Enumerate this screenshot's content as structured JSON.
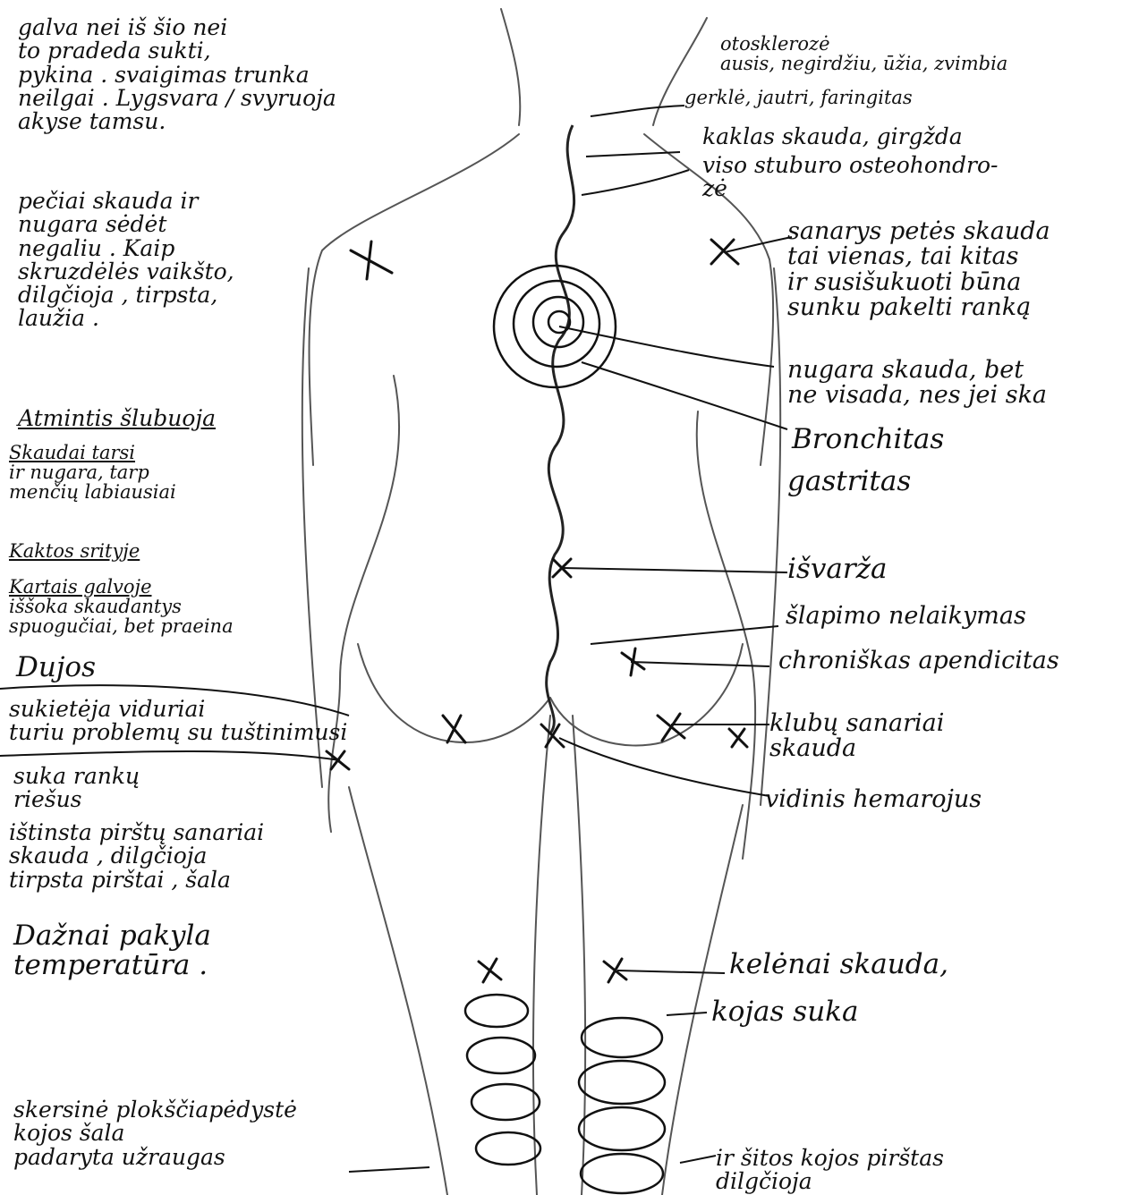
{
  "left_notes": [
    {
      "lines": [
        "galva nei iš šio nei",
        "to pradeda sukti,",
        "pykina . svaigimas trunka",
        "neilgai . Lygsvara / svyruoja",
        "akyse tamsu."
      ]
    },
    {
      "lines": [
        "pečiai skauda ir",
        "nugara sėdėt",
        "negaliu . Kaip",
        "skruzdėlės vaikšto,",
        "dilgčioja , tirpsta,",
        "laužia ."
      ]
    },
    {
      "lines": [
        "Atmintis šlubuoja"
      ]
    },
    {
      "lines": [
        "Skaudai tarsi",
        "ir nugara, tarp",
        "menčių labiausiai"
      ]
    },
    {
      "lines": [
        "Kaktos srityje"
      ]
    },
    {
      "lines": [
        "Kartais galvoje",
        "iššoka skaudantys",
        "spuogučiai, bet praeina"
      ]
    },
    {
      "lines": [
        "Dujos"
      ]
    },
    {
      "lines": [
        "sukietėja viduriai",
        "turiu problemų su tuštinimusi"
      ]
    },
    {
      "lines": [
        "suka rankų",
        "riešus"
      ]
    },
    {
      "lines": [
        "ištinsta pirštų sanariai",
        "skauda , dilgčioja",
        "tirpsta pirštai , šala"
      ]
    },
    {
      "lines": [
        "Dažnai pakyla",
        "temperatūra ."
      ]
    },
    {
      "lines": [
        "skersinė plokščiapėdystė",
        "kojos šala",
        "padaryta užraugas"
      ]
    }
  ],
  "right_notes": [
    {
      "lines": [
        "otosklerozė",
        "ausis, negirdžiu, ūžia, zvimbia"
      ]
    },
    {
      "lines": [
        "gerklė, jautri, faringitas"
      ]
    },
    {
      "lines": [
        "kaklas skauda, girgžda"
      ]
    },
    {
      "lines": [
        "viso stuburo osteohondro-",
        "zė"
      ]
    },
    {
      "lines": [
        "sanarys petės skauda",
        "tai vienas, tai kitas",
        "ir susišukuoti būna",
        "sunku pakelti ranką"
      ]
    },
    {
      "lines": [
        "nugara skauda, bet",
        "ne visada, nes jei ska"
      ]
    },
    {
      "lines": [
        "Bronchitas"
      ]
    },
    {
      "lines": [
        "gastritas"
      ]
    },
    {
      "lines": [
        "išvarža"
      ]
    },
    {
      "lines": [
        "šlapimo nelaikymas"
      ]
    },
    {
      "lines": [
        "chroniškas apendicitas"
      ]
    },
    {
      "lines": [
        "klubų sanariai",
        "skauda"
      ]
    },
    {
      "lines": [
        "vidinis hemarojus"
      ]
    },
    {
      "lines": [
        "kelėnai skauda,"
      ]
    },
    {
      "lines": [
        "kojas suka"
      ]
    },
    {
      "lines": [
        "ir šitos kojos pirštas",
        "dilgčioja"
      ]
    }
  ],
  "colors": {
    "ink": "#111111",
    "sketch": "#555555",
    "paper": "#ffffff"
  }
}
